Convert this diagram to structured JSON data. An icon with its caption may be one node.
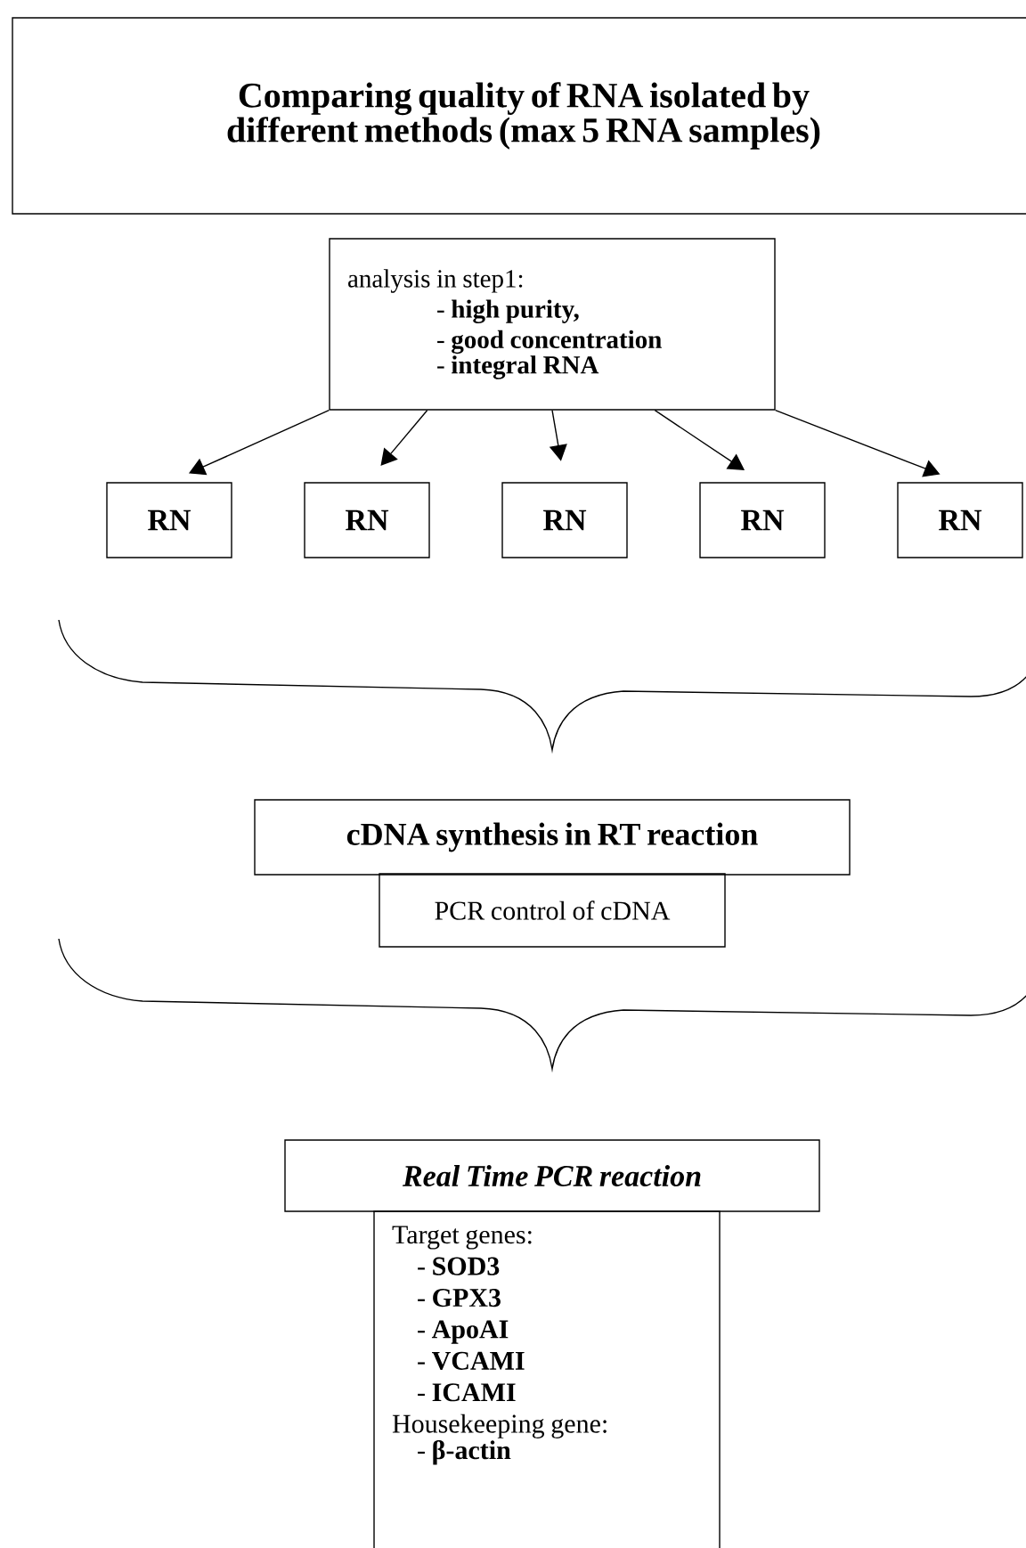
{
  "diagram": {
    "nodes": [
      {
        "text": [
          "Comparing quality of RNA isolated by different methods (max 5 RNA samples)"
        ]
      },
      {
        "text": [
          "analysis in step1:",
          "- **high purity,**",
          "- **good concentration**",
          "- **integral RNA**"
        ]
      },
      {
        "text": [
          "RN"
        ]
      },
      {
        "text": [
          "RN"
        ]
      },
      {
        "text": [
          "RN"
        ]
      },
      {
        "text": [
          "RN"
        ]
      },
      {
        "text": [
          "RN"
        ]
      },
      {
        "text": [
          "cDNA synthesis in RT reaction"
        ]
      },
      {
        "text": [
          "PCR control of cDNA"
        ]
      },
      {
        "text": [
          "Real Time PCR reaction"
        ]
      },
      {
        "text": [
          "Target genes:",
          "- **SOD3**",
          "- **GPX3**",
          "- **ApoAI**",
          "- **VCAMI**",
          "- **ICAMI**",
          "Housekeeping gene:",
          "- **β-actin**"
        ]
      }
    ],
    "edges": [
      {
        "from": 1,
        "to": 2,
        "arrow": "to"
      },
      {
        "from": 1,
        "to": 3,
        "arrow": "to"
      },
      {
        "from": 1,
        "to": 4,
        "arrow": "to"
      },
      {
        "from": 1,
        "to": 5,
        "arrow": "to"
      },
      {
        "from": 1,
        "to": 6,
        "arrow": "to"
      }
    ]
  }
}
